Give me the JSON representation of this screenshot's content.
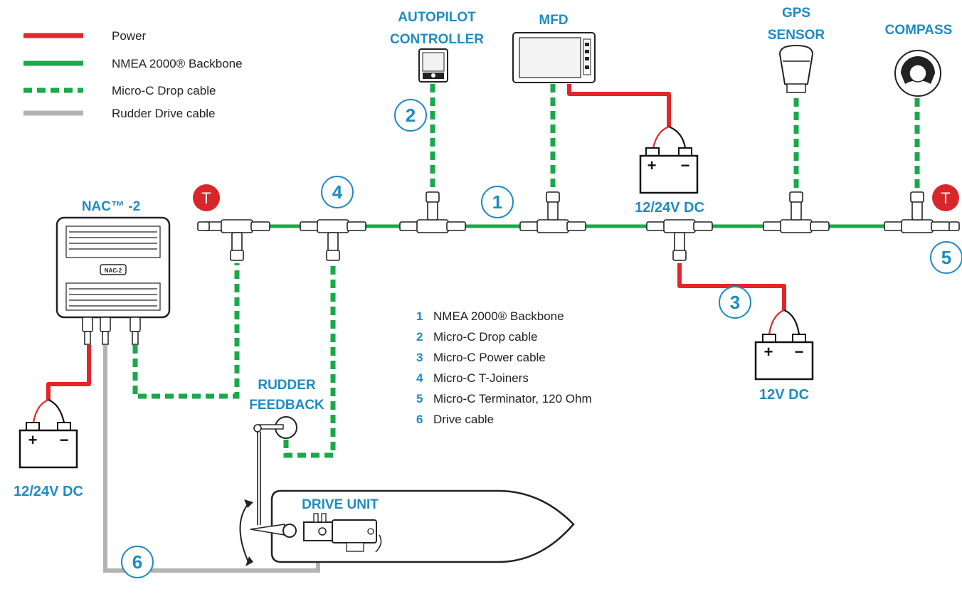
{
  "colors": {
    "power": "#e3262a",
    "backbone": "#19a84a",
    "drop": "#19a84a",
    "rudder_cable": "#b3b3b3",
    "label": "#1e8bc3",
    "terminator": "#d9262b"
  },
  "legend": [
    {
      "label": "Power",
      "style": "power"
    },
    {
      "label": "NMEA 2000® Backbone",
      "style": "backbone"
    },
    {
      "label": "Micro-C Drop cable",
      "style": "drop"
    },
    {
      "label": "Rudder Drive cable",
      "style": "rudder"
    }
  ],
  "components": {
    "autopilot": {
      "line1": "AUTOPILOT",
      "line2": "CONTROLLER"
    },
    "mfd": "MFD",
    "gps": {
      "line1": "GPS",
      "line2": "SENSOR"
    },
    "compass": "COMPASS",
    "nac": "NAC™ -2",
    "nac_badge": "NAC-2",
    "rudder_feedback": {
      "line1": "RUDDER",
      "line2": "FEEDBACK"
    },
    "drive_unit": "DRIVE UNIT"
  },
  "power_sources": {
    "mfd_battery": "12/24V DC",
    "backbone_battery": "12V DC",
    "nac_battery": "12/24V DC"
  },
  "battery_signs": {
    "plus": "+",
    "minus": "−"
  },
  "terminator_symbol": "T",
  "callouts": [
    "1",
    "2",
    "3",
    "4",
    "5",
    "6"
  ],
  "numbered_list": [
    {
      "num": "1",
      "text": "NMEA 2000® Backbone"
    },
    {
      "num": "2",
      "text": "Micro-C Drop cable"
    },
    {
      "num": "3",
      "text": "Micro-C Power cable"
    },
    {
      "num": "4",
      "text": "Micro-C T-Joiners"
    },
    {
      "num": "5",
      "text": "Micro-C Terminator, 120 Ohm"
    },
    {
      "num": "6",
      "text": "Drive cable"
    }
  ]
}
